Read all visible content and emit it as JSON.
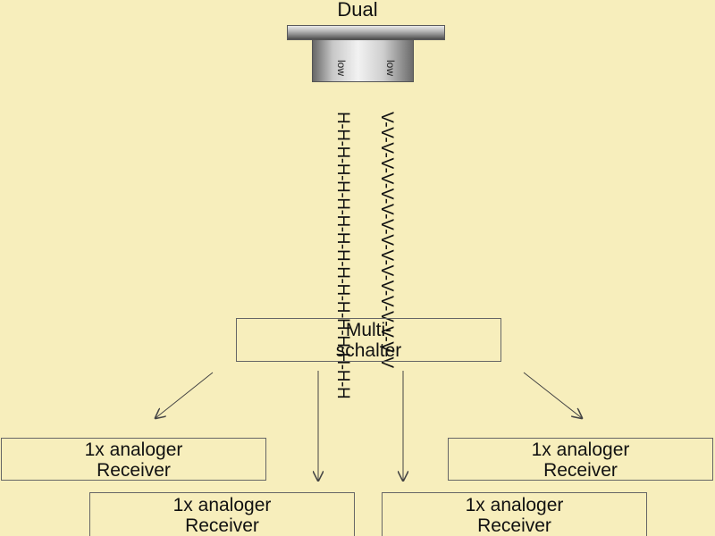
{
  "title": "Dual",
  "lnb": {
    "label_left": "low",
    "label_right": "low"
  },
  "cables": {
    "left": "H-H-H-H-H-H-H-H-H-H-H-H-H-H-H-H-H",
    "right": "V-V-V-V-V-V-V-V-V-V-V-V-V-V-V-V-V"
  },
  "multiswitch": {
    "line1": "Multi-",
    "line2": "schalter"
  },
  "receivers": [
    {
      "line1": "1x analoger",
      "line2": "Receiver"
    },
    {
      "line1": "1x analoger",
      "line2": "Receiver"
    },
    {
      "line1": "1x analoger",
      "line2": "Receiver"
    },
    {
      "line1": "1x analoger",
      "line2": "Receiver"
    }
  ]
}
